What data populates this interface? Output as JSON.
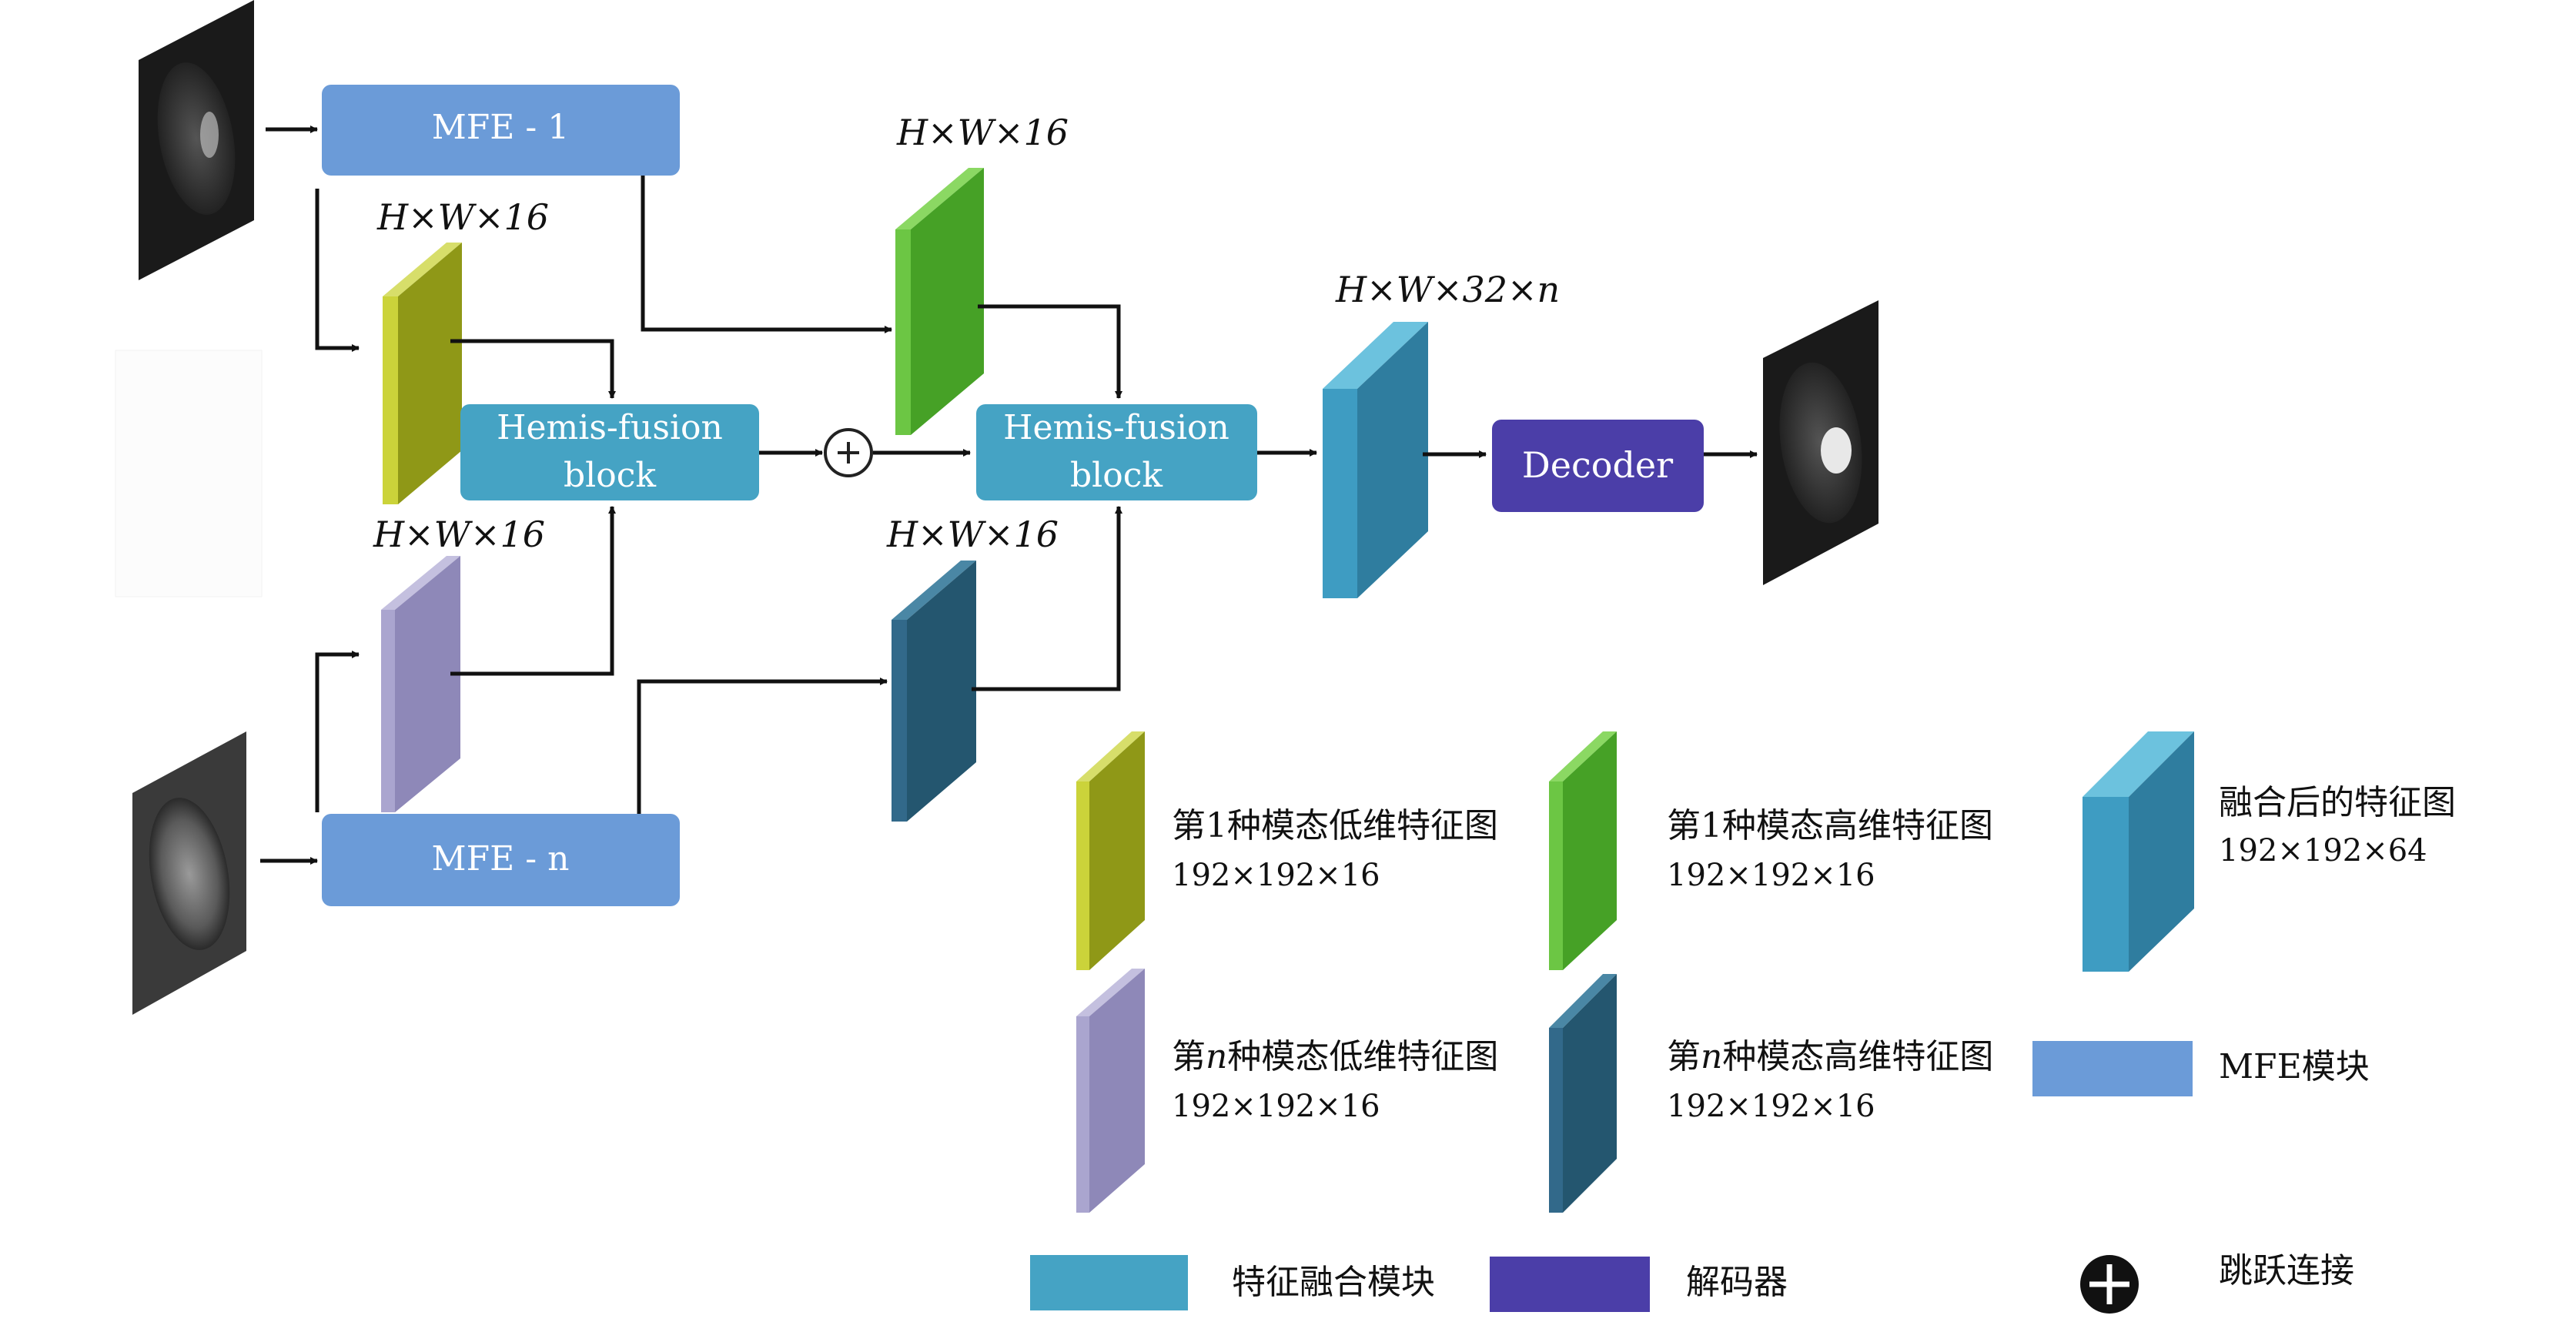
{
  "colors": {
    "mfe": "#6b9bd8",
    "fusion": "#45a3c4",
    "decoder": "#4b3ea8",
    "low1": "#b8c22a",
    "high1": "#5cbc3a",
    "lowN": "#9d97c5",
    "highN": "#2f6785",
    "fused": "#3a93b8",
    "arrow": "#111111"
  },
  "blocks": {
    "mfe1": "MFE - 1",
    "mfeN": "MFE - n",
    "fusion1_line1": "Hemis-fusion",
    "fusion1_line2": "block",
    "fusion2_line1": "Hemis-fusion",
    "fusion2_line2": "block",
    "decoder": "Decoder"
  },
  "dims": {
    "d_low1": "H×W×16",
    "d_high1": "H×W×16",
    "d_lowN": "H×W×16",
    "d_highN": "H×W×16",
    "d_fused": "H×W×32×n"
  },
  "legend": {
    "low1_title": "第1种模态低维特征图",
    "low1_size": "192×192×16",
    "high1_title": "第1种模态高维特征图",
    "high1_size": "192×192×16",
    "fused_title": "融合后的特征图",
    "fused_size": "192×192×64",
    "lowN_title_a": "第",
    "lowN_title_n": "n",
    "lowN_title_b": "种模态低维特征图",
    "lowN_size": "192×192×16",
    "highN_title_a": "第",
    "highN_title_n": "n",
    "highN_title_b": "种模态高维特征图",
    "highN_size": "192×192×16",
    "mfe_label": "MFE模块",
    "fusion_label": "特征融合模块",
    "decoder_label": "解码器",
    "skip_label": "跳跃连接"
  },
  "icons": [
    "plus-circle-icon",
    "brain-scan-input-1",
    "brain-scan-input-n",
    "brain-scan-output"
  ]
}
